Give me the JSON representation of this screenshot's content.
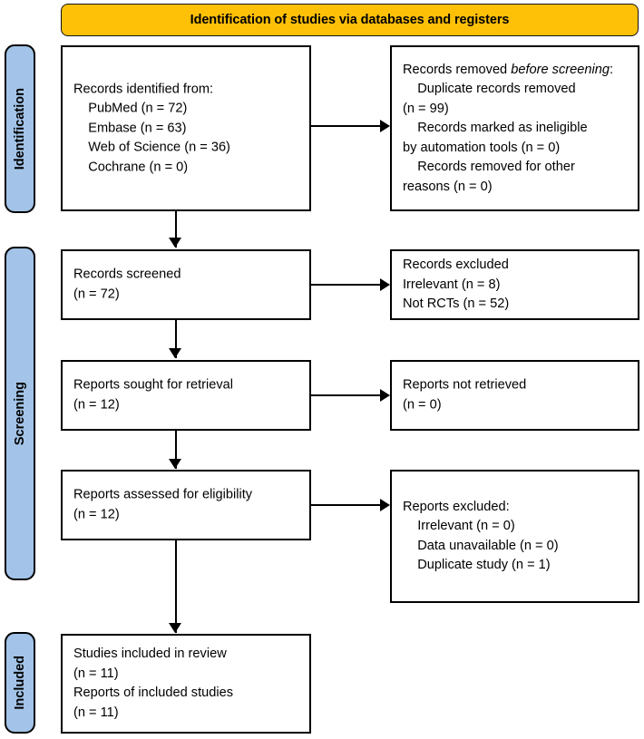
{
  "header": {
    "title": "Identification of studies via databases and registers",
    "background_color": "#FFC107"
  },
  "stages": {
    "sidebar_color": "#A3C4E8",
    "identification": "Identification",
    "screening": "Screening",
    "included": "Included"
  },
  "boxes": {
    "records_identified": {
      "lines": [
        "Records identified from:",
        "    PubMed (n = 72)",
        "    Embase (n = 63)",
        "    Web of Science (n = 36)",
        "    Cochrane (n = 0)"
      ],
      "text": "Records identified from:\n    PubMed (n = 72)\n    Embase (n = 63)\n    Web of Science (n = 36)\n    Cochrane (n = 0)"
    },
    "records_removed": {
      "lead_normal": "Records removed ",
      "lead_italic": "before screening",
      "lead_colon": ":",
      "rest": "\n    Duplicate records removed\n(n = 99)\n    Records marked as ineligible\nby automation tools (n = 0)\n    Records removed for other\nreasons (n = 0)"
    },
    "records_screened": {
      "text": "Records screened\n(n = 72)"
    },
    "records_excluded": {
      "text": "Records excluded\nIrrelevant (n = 8)\nNot RCTs (n = 52)"
    },
    "reports_sought": {
      "text": "Reports sought for retrieval\n(n = 12)"
    },
    "reports_not_retrieved": {
      "text": "Reports not retrieved\n(n = 0)"
    },
    "reports_assessed": {
      "text": "Reports assessed for eligibility\n(n = 12)"
    },
    "reports_excluded": {
      "text": "Reports excluded:\n    Irrelevant (n = 0)\n    Data unavailable (n = 0)\n    Duplicate study (n = 1)"
    },
    "studies_included": {
      "text": "Studies included in review\n(n = 11)\nReports of included studies\n(n = 11)"
    }
  },
  "chart_data": {
    "type": "diagram",
    "title": "Identification of studies via databases and registers",
    "nodes": [
      {
        "id": "records_identified",
        "stage": "Identification",
        "column": "left",
        "label": "Records identified from:",
        "counts": {
          "PubMed": 72,
          "Embase": 63,
          "Web of Science": 36,
          "Cochrane": 0
        }
      },
      {
        "id": "records_removed",
        "stage": "Identification",
        "column": "right",
        "label": "Records removed before screening",
        "counts": {
          "Duplicate records removed": 99,
          "Records marked as ineligible by automation tools": 0,
          "Records removed for other reasons": 0
        }
      },
      {
        "id": "records_screened",
        "stage": "Screening",
        "column": "left",
        "label": "Records screened",
        "n": 72
      },
      {
        "id": "records_excluded",
        "stage": "Screening",
        "column": "right",
        "label": "Records excluded",
        "counts": {
          "Irrelevant": 8,
          "Not RCTs": 52
        }
      },
      {
        "id": "reports_sought",
        "stage": "Screening",
        "column": "left",
        "label": "Reports sought for retrieval",
        "n": 12
      },
      {
        "id": "reports_not_retrieved",
        "stage": "Screening",
        "column": "right",
        "label": "Reports not retrieved",
        "n": 0
      },
      {
        "id": "reports_assessed",
        "stage": "Screening",
        "column": "left",
        "label": "Reports assessed for eligibility",
        "n": 12
      },
      {
        "id": "reports_excluded",
        "stage": "Screening",
        "column": "right",
        "label": "Reports excluded",
        "counts": {
          "Irrelevant": 0,
          "Data unavailable": 0,
          "Duplicate study": 1
        }
      },
      {
        "id": "studies_included",
        "stage": "Included",
        "column": "left",
        "label": "Studies included in review",
        "counts": {
          "Studies included in review": 11,
          "Reports of included studies": 11
        }
      }
    ],
    "edges": [
      {
        "from": "records_identified",
        "to": "records_removed",
        "direction": "right"
      },
      {
        "from": "records_identified",
        "to": "records_screened",
        "direction": "down"
      },
      {
        "from": "records_screened",
        "to": "records_excluded",
        "direction": "right"
      },
      {
        "from": "records_screened",
        "to": "reports_sought",
        "direction": "down"
      },
      {
        "from": "reports_sought",
        "to": "reports_not_retrieved",
        "direction": "right"
      },
      {
        "from": "reports_sought",
        "to": "reports_assessed",
        "direction": "down"
      },
      {
        "from": "reports_assessed",
        "to": "reports_excluded",
        "direction": "right"
      },
      {
        "from": "reports_assessed",
        "to": "studies_included",
        "direction": "down"
      }
    ]
  }
}
